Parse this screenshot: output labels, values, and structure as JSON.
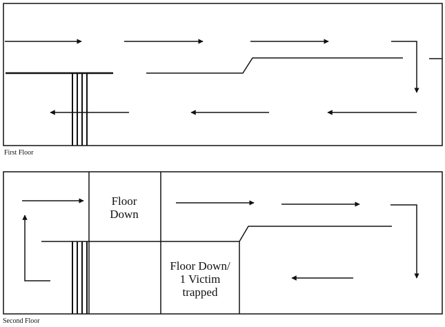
{
  "floors": {
    "first": {
      "caption": "First Floor"
    },
    "second": {
      "caption": "Second Floor",
      "room_a": {
        "line1": "Floor",
        "line2": "Down"
      },
      "room_b": {
        "line1": "Floor Down/",
        "line2": "1 Victim",
        "line3": "trapped"
      }
    }
  },
  "colors": {
    "ink": "#111111",
    "paper": "#ffffff"
  }
}
